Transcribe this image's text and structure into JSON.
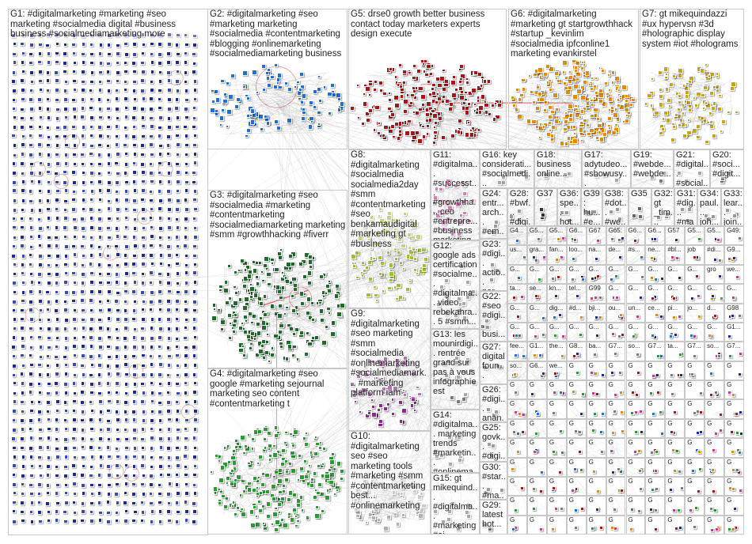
{
  "colors": {
    "background": "#ffffff",
    "border": "#c8c8c8",
    "edge": "#b5b5b5",
    "edge_highlight": "#d63c3c",
    "label": "#222222"
  },
  "groups": [
    {
      "id": "G1",
      "label": "G1: #digitalmarketing #marketing #seo marketing #socialmedia digital #business business #socialmediamarketing more",
      "color": "#1b2a8c",
      "density": "grid",
      "size": "big"
    },
    {
      "id": "G2",
      "label": "G2: #digitalmarketing #seo #marketing marketing #socialmedia #contentmarketing #blogging #onlinemarketing #socialmediamarketing business",
      "color": "#1e6fd6",
      "density": "ring",
      "size": "big"
    },
    {
      "id": "G5",
      "label": "G5: drse0 growth better business contact today marketers experts design execute",
      "color": "#a01818",
      "density": "dense",
      "size": "big"
    },
    {
      "id": "G6",
      "label": "G6: #digitalmarketing #marketing gt startgrowthhack #startup _kevinlim #socialmedia ipfconline1 marketing evankirstel",
      "color": "#e08a10",
      "density": "dense",
      "size": "big"
    },
    {
      "id": "G7",
      "label": "G7: gt mikequindazzi #ux hypervsn #3d #holographic display system #iot #holograms",
      "color": "#c8a418",
      "density": "medium",
      "size": "big"
    },
    {
      "id": "G3",
      "label": "G3: #digitalmarketing #seo #socialmedia #marketing #contentmarketing #socialmediamarketing marketing #smm #growthhacking #fiverr",
      "color": "#1e6b2a",
      "density": "dense",
      "size": "big"
    },
    {
      "id": "G8",
      "label": "G8: #digitalmarketing #socialmedia socialmedia2day #smm #contentmarketing #seo benkamaudigital #marketing gt #business",
      "color": "#9cc234",
      "density": "medium",
      "size": "big"
    },
    {
      "id": "G11",
      "label": "G11: #digitalma... #successt... #growthha... ceo #entrepre... #business marketing...",
      "color": "#c93a8a",
      "density": "medium",
      "size": "big"
    },
    {
      "id": "G16",
      "label": "G16: key considerati... #socialmedi...",
      "color": "#7a7a7a",
      "density": "few",
      "size": "big"
    },
    {
      "id": "G18",
      "label": "G18: business online...",
      "color": "#7a7a7a",
      "density": "few",
      "size": "big"
    },
    {
      "id": "G17",
      "label": "G17: adytudeo... #showusy...",
      "color": "#7a7a7a",
      "density": "few",
      "size": "big"
    },
    {
      "id": "G19",
      "label": "G19: #webde... #webde...",
      "color": "#7a7a7a",
      "density": "few",
      "size": "big"
    },
    {
      "id": "G21",
      "label": "G21: #digital... #social...",
      "color": "#7a7a7a",
      "density": "few",
      "size": "big"
    },
    {
      "id": "G20",
      "label": "G20: #soci... #digit...",
      "color": "#7a7a7a",
      "density": "few",
      "size": "big"
    },
    {
      "id": "G24",
      "label": "G24: entr... arch... #em...",
      "color": "#666",
      "density": "few",
      "size": "big"
    },
    {
      "id": "G28",
      "label": "G28: #bwf... #digi...",
      "color": "#666",
      "density": "few",
      "size": "big"
    },
    {
      "id": "G37",
      "label": "G37",
      "color": "#333",
      "density": "few",
      "size": "big"
    },
    {
      "id": "G36",
      "label": "G36: spe... hot...",
      "color": "#666",
      "density": "few",
      "size": "big"
    },
    {
      "id": "G39",
      "label": "G39: hu... #e...",
      "color": "#666",
      "density": "few",
      "size": "big"
    },
    {
      "id": "G38",
      "label": "G38: #dot... #we...",
      "color": "#666",
      "density": "few",
      "size": "big"
    },
    {
      "id": "G35",
      "label": "G35",
      "color": "#666",
      "density": "few",
      "size": "big"
    },
    {
      "id": "G32",
      "label": "G32: gt _tim...",
      "color": "#666",
      "density": "few",
      "size": "big"
    },
    {
      "id": "G31",
      "label": "G31: #dig... #ma...",
      "color": "#666",
      "density": "few",
      "size": "big"
    },
    {
      "id": "G34",
      "label": "G34: paul... joh...",
      "color": "#666",
      "density": "few",
      "size": "big"
    },
    {
      "id": "G33",
      "label": "G33: lear... join...",
      "color": "#666",
      "density": "few",
      "size": "big"
    },
    {
      "id": "G4",
      "label": "G4: #digitalmarketing #seo google #marketing sejournal marketing seo content #contentmarketing t",
      "color": "#2a9a32",
      "density": "dense",
      "size": "big"
    },
    {
      "id": "G9",
      "label": "G9: #digitalmarketing #seo marketing #smm #socialmedia #onlinemarketing #socialmediamark... #marketing platform iam",
      "color": "#8a2a8a",
      "density": "medium",
      "size": "big"
    },
    {
      "id": "G12",
      "label": "G12: google ads certification #socialme... #digitalma... video rebekahra... 5 #smm...",
      "color": "#7a7a7a",
      "density": "few",
      "size": "big"
    },
    {
      "id": "G13",
      "label": "G13: les mounirdigi... rentrée grand sur pas à vous infographie est",
      "color": "#7a7a7a",
      "density": "few",
      "size": "big"
    },
    {
      "id": "G14",
      "label": "G14: #digitalma... marketing trends #marketin... #onlinema...",
      "color": "#7a7a7a",
      "density": "few",
      "size": "big"
    },
    {
      "id": "G15",
      "label": "G15: gt mikequind... #digitalma... #marketing #ai...",
      "color": "#7a7a7a",
      "density": "few",
      "size": "big"
    },
    {
      "id": "G10",
      "label": "G10: #digitalmarketing seo #seo marketing tools #marketing #smm #contentmarketing best... #onlinemarketing",
      "color": "#b0b0b0",
      "density": "medium",
      "size": "big"
    },
    {
      "id": "G23",
      "label": "G23: #digi... actio... par...",
      "color": "#666",
      "density": "few",
      "size": "big"
    },
    {
      "id": "G22",
      "label": "G22: #seo #digi... busi...",
      "color": "#666",
      "density": "few",
      "size": "big"
    },
    {
      "id": "G27",
      "label": "G27: digital foun...",
      "color": "#666",
      "density": "few",
      "size": "big"
    },
    {
      "id": "G26",
      "label": "G26: #digi... anan...",
      "color": "#666",
      "density": "few",
      "size": "big"
    },
    {
      "id": "G25",
      "label": "G25: govk... #digi...",
      "color": "#666",
      "density": "few",
      "size": "big"
    },
    {
      "id": "G30",
      "label": "G30: #star... #ma...",
      "color": "#666",
      "density": "few",
      "size": "big"
    },
    {
      "id": "G29",
      "label": "G29: latest hot...",
      "color": "#666",
      "density": "few",
      "size": "big"
    }
  ],
  "small_groups": {
    "label_prefix": "G",
    "labels": [
      "G4...",
      "G5...",
      "G5...",
      "G6...",
      "G67",
      "G65:",
      "G6...",
      "G6...",
      "G57",
      "G5...",
      "G5...",
      "G49:",
      "us...",
      "gra...",
      "fan...",
      "loo...",
      "na...",
      "de...",
      "#s...",
      "ne...",
      "#bl...",
      "job",
      "#di...",
      "G9...",
      "G...",
      "G...",
      "G...",
      "G...",
      "G...",
      "G...",
      "G...",
      "G...",
      "G...",
      "G...",
      "gro",
      "we...",
      "ta...",
      "se...",
      "kn...",
      "tel...",
      "G99",
      "G...",
      "G...",
      "G...",
      "G...",
      "G...",
      "G...",
      "G...",
      "G...",
      "G...",
      "dig...",
      "#d...",
      "bji...",
      "ou...",
      "un...",
      "ce...",
      "pi...",
      "jo...",
      "d...",
      "G98",
      "G...",
      "G...",
      "G...",
      "G...",
      "G...",
      "G...",
      "G...",
      "G...",
      "G...",
      "G...",
      "G...",
      "G1...",
      "fee...",
      "G1...",
      "the...",
      "G8...",
      "ba...",
      "G7...",
      "so...",
      "G7...",
      "ta...",
      "G7...",
      "so...",
      "G7...",
      "so...",
      "G6...",
      "we..."
    ]
  },
  "legend_note": ""
}
